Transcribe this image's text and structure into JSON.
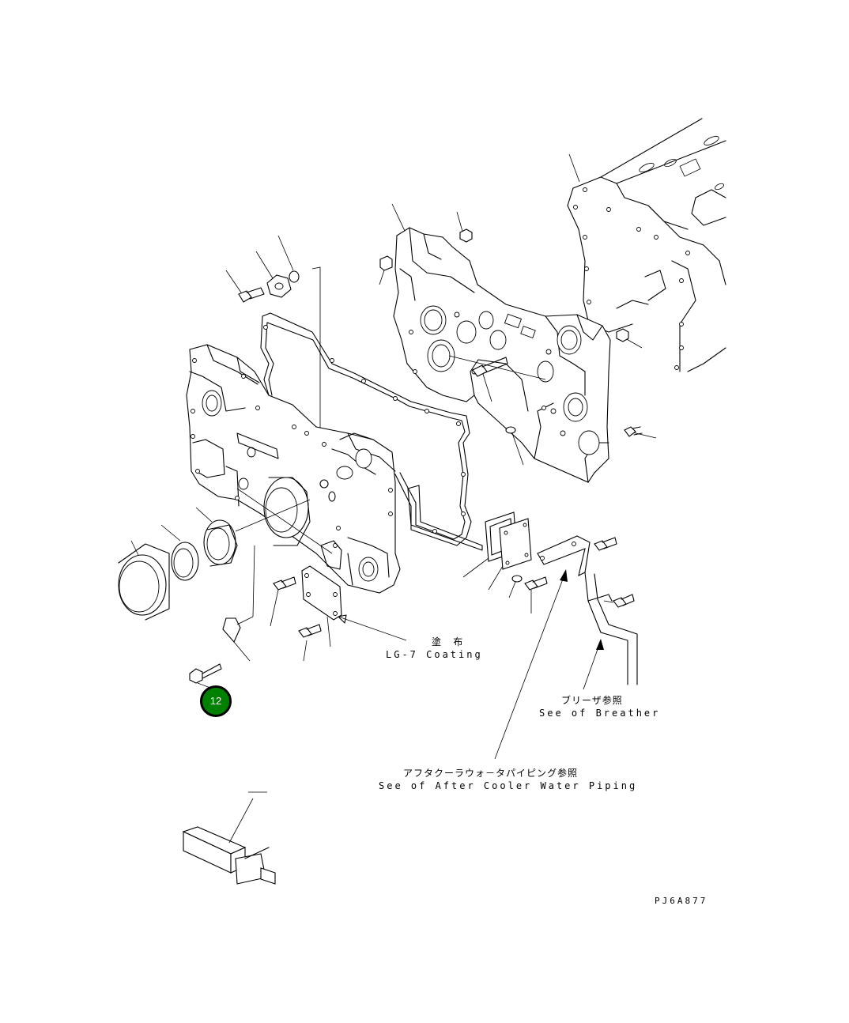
{
  "callout": {
    "number": "12",
    "color": "#008000"
  },
  "labels": {
    "coating_jp": "塗 布",
    "coating_en": "LG-7 Coating",
    "breather_jp": "ブリーザ参照",
    "breather_en": "See of Breather",
    "aftercooler_jp": "アフタクーラウォ－タパイピング参照",
    "aftercooler_en": "See of After Cooler Water Piping",
    "drawing_code": "PJ6A877"
  }
}
